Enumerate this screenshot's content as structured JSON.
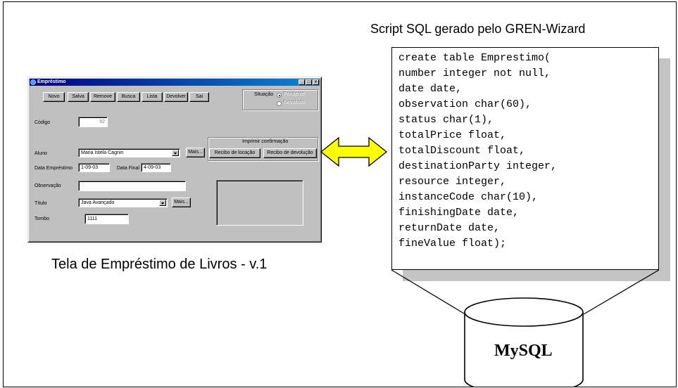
{
  "window": {
    "title": "Empréstimo",
    "toolbar": [
      "Novo",
      "Salva",
      "Remove",
      "Busca",
      "Lista",
      "Devolver",
      "Sai"
    ],
    "situacao": {
      "label": "Situação",
      "options": [
        "Pendente",
        "Devolvido"
      ],
      "selected": "Pendente"
    },
    "fields": {
      "codigo_label": "Código",
      "codigo_value": "92",
      "aluno_label": "Aluno",
      "aluno_value": "Maria Istela Cagnin",
      "data_emprestimo_label": "Data Empréstimo",
      "data_emprestimo_value": "1-09-03",
      "data_final_label": "Data Final",
      "data_final_value": "4-09-03",
      "observacao_label": "Observação",
      "observacao_value": "",
      "titulo_label": "Título",
      "titulo_value": "Java Avançado",
      "tombo_label": "Tombo",
      "tombo_value": "1111"
    },
    "mais_label": "Mais...",
    "print": {
      "title": "Imprimir confirmação",
      "recibo_locacao": "Recibo de locação",
      "recibo_devolucao": "Recibo de devolução"
    }
  },
  "caption_left": "Tela de Empréstimo de Livros - v.1",
  "caption_right": "Script SQL gerado pelo GREN-Wizard",
  "sql_lines": [
    "create table Emprestimo(",
    "number integer not null,",
    "date date,",
    "observation char(60),",
    "status char(1),",
    "totalPrice float,",
    "totalDiscount float,",
    "destinationParty integer,",
    "resource integer,",
    "instanceCode char(10),",
    "finishingDate date,",
    "returnDate date,",
    "fineValue float);"
  ],
  "database_label": "MySQL",
  "colors": {
    "arrow_fill": "#ffff00",
    "shadow": "#c4c4c4",
    "titlebar": "#000080"
  },
  "icons": {
    "arrow": "double-headed-arrow-icon",
    "database": "database-cylinder-icon"
  }
}
